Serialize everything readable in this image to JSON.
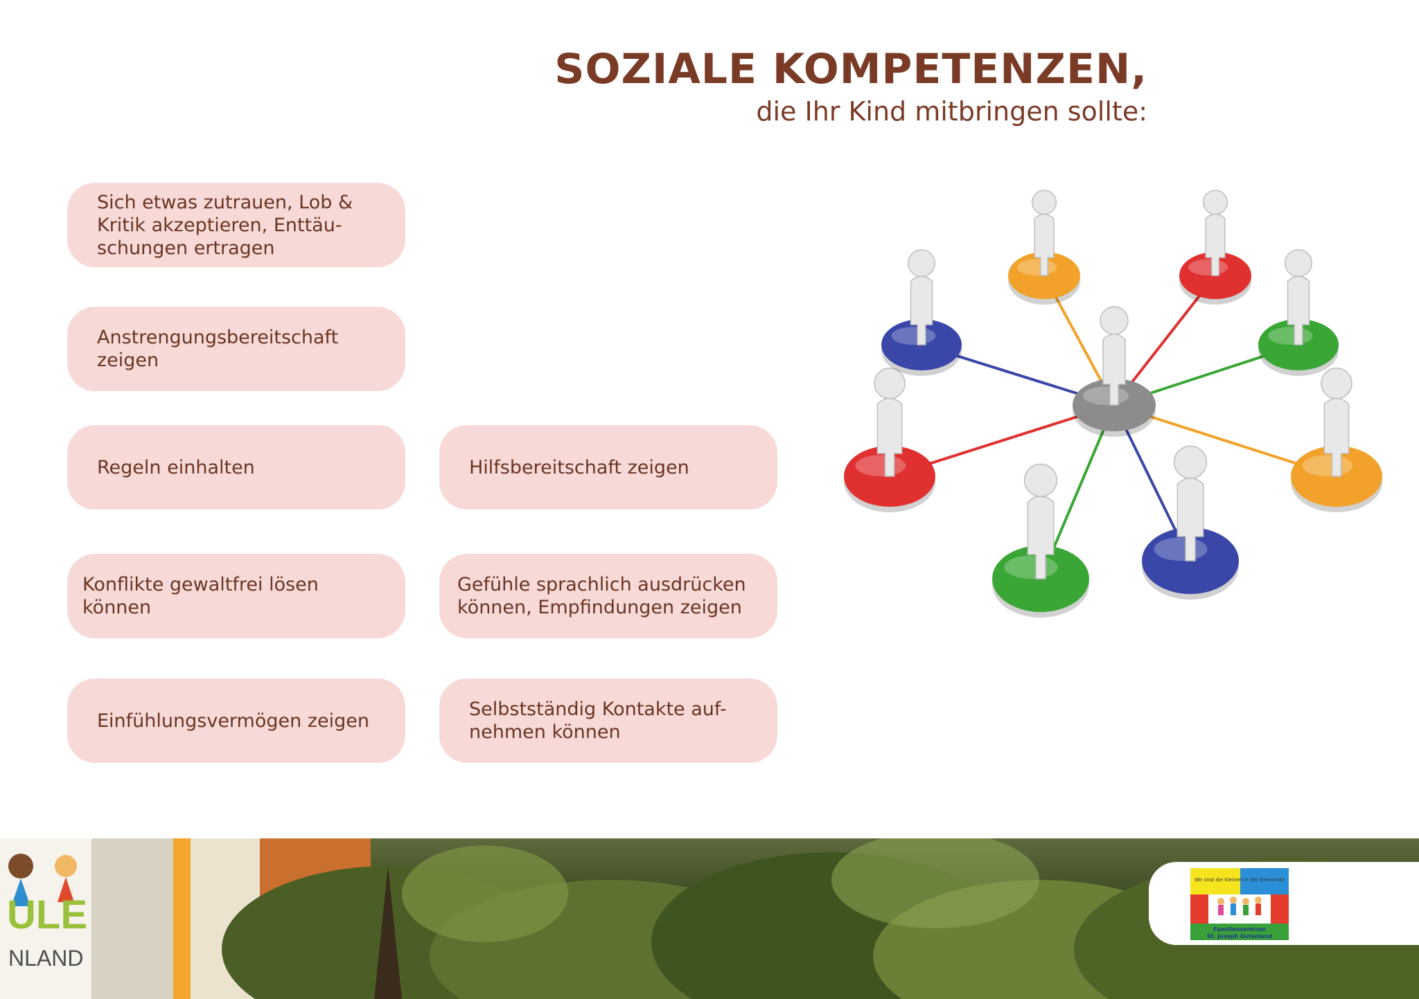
{
  "header": {
    "title": "SOZIALE KOMPETENZEN,",
    "subtitle": "die Ihr Kind mitbringen sollte:"
  },
  "cards": [
    "Sich etwas zutrauen, Lob &\nKritik akzeptieren, Enttäu-\nschungen ertragen",
    "Anstrengungsbereitschaft\nzeigen",
    "Regeln einhalten",
    "Hilfsbereitschaft zeigen",
    "Konflikte gewaltfrei lösen können",
    "Gefühle sprachlich ausdrücken\nkönnen, Empfindungen zeigen",
    "Einfühlungsvermögen zeigen",
    "Selbstständig Kontakte auf-\nnehmen können"
  ],
  "network": {
    "center_color": "#8c8c8c",
    "node_colors": [
      "#f2a22a",
      "#e03030",
      "#3aa635",
      "#f2a22a",
      "#3a47a8",
      "#3aa635",
      "#e03030",
      "#3a47a8"
    ]
  },
  "photo": {
    "sign_text_1": "ULE",
    "sign_text_2": "NLAND"
  },
  "logo": {
    "arc_text": "Wir sind die Kleinen in der Gemeinde",
    "name_1": "Familienzentrum",
    "name_2": "St. Joseph Ostenland"
  }
}
